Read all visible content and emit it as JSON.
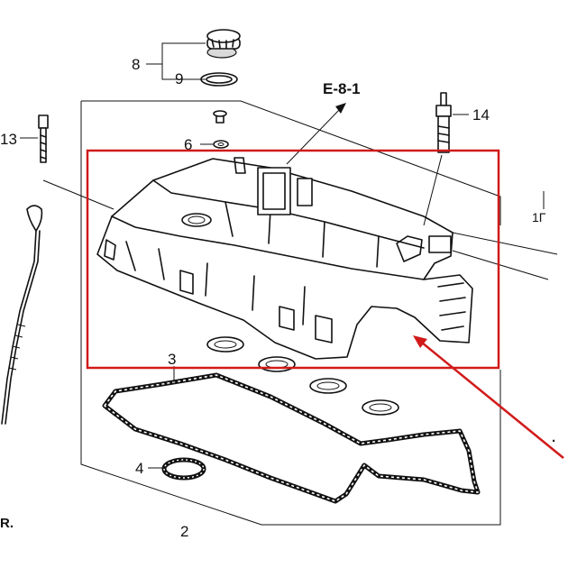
{
  "diagram": {
    "reference_label": "E-8-1",
    "callouts": {
      "part_2": "2",
      "part_3": "3",
      "part_4": "4",
      "part_6": "6",
      "part_8": "8",
      "part_9": "9",
      "part_13": "13",
      "part_14": "14",
      "edge_right": "1Γ",
      "edge_left": "R."
    },
    "colors": {
      "line": "#111111",
      "highlight": "#d11a1a",
      "background": "#ffffff"
    }
  }
}
